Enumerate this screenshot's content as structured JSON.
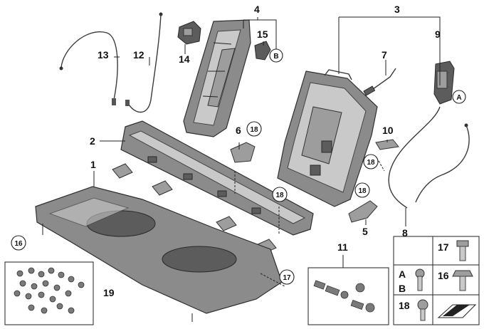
{
  "callouts": {
    "c1": "1",
    "c2": "2",
    "c3": "3",
    "c4": "4",
    "c5": "5",
    "c6": "6",
    "c7": "7",
    "c8": "8",
    "c9": "9",
    "c10": "10",
    "c11": "11",
    "c12": "12",
    "c13": "13",
    "c14": "14",
    "c15": "15",
    "c19": "19"
  },
  "circled": {
    "b_top": "B",
    "a_right": "A",
    "n18_a": "18",
    "n18_b": "18",
    "n18_c": "18",
    "n18_d": "18",
    "n16": "16",
    "n17": "17"
  },
  "legend": {
    "n17": "17",
    "a": "A",
    "b": "B",
    "n16": "16",
    "n18": "18"
  },
  "colors": {
    "part": "#8b8b8b",
    "line": "#222222",
    "background": "#ffffff"
  }
}
